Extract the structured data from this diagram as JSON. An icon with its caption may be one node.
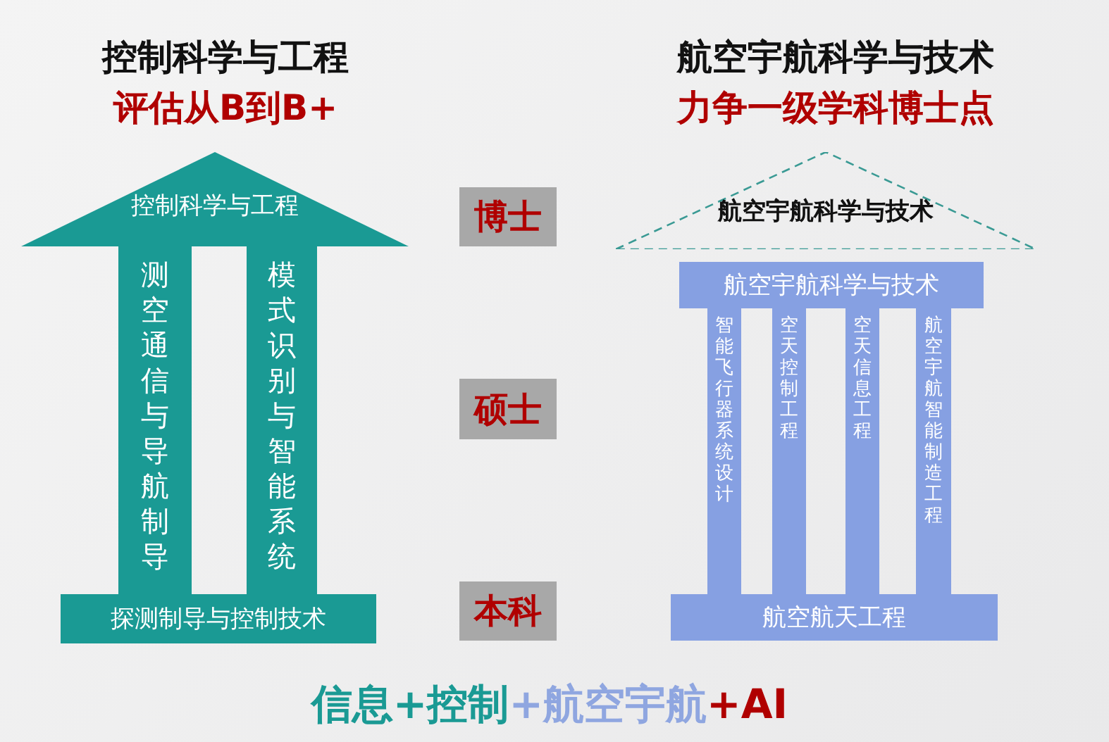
{
  "diagram": {
    "nodes": [
      {
        "text": [
          "控制科学与工程"
        ]
      },
      {
        "text": [
          "测空通信与导航制导"
        ]
      },
      {
        "text": [
          "模式识别与智能系统"
        ]
      },
      {
        "text": [
          "探测制导与控制技术"
        ]
      },
      {
        "text": [
          "博士"
        ]
      },
      {
        "text": [
          "硕士"
        ]
      },
      {
        "text": [
          "本科"
        ]
      },
      {
        "text": [
          "航空宇航科学与技术"
        ]
      },
      {
        "text": [
          "航空宇航科学与技术"
        ]
      },
      {
        "text": [
          "智能飞行器系统设计"
        ]
      },
      {
        "text": [
          "空天控制工程"
        ]
      },
      {
        "text": [
          "空天信息工程"
        ]
      },
      {
        "text": [
          "航空宇航智能制造工程"
        ]
      },
      {
        "text": [
          "航空航天工程"
        ]
      }
    ],
    "labels": [
      "控制科学与工程",
      "评估从B到B+",
      "航空宇航科学与技术",
      "力争一级学科博士点",
      "信息+控制",
      "+航空宇航",
      "+AI"
    ]
  }
}
